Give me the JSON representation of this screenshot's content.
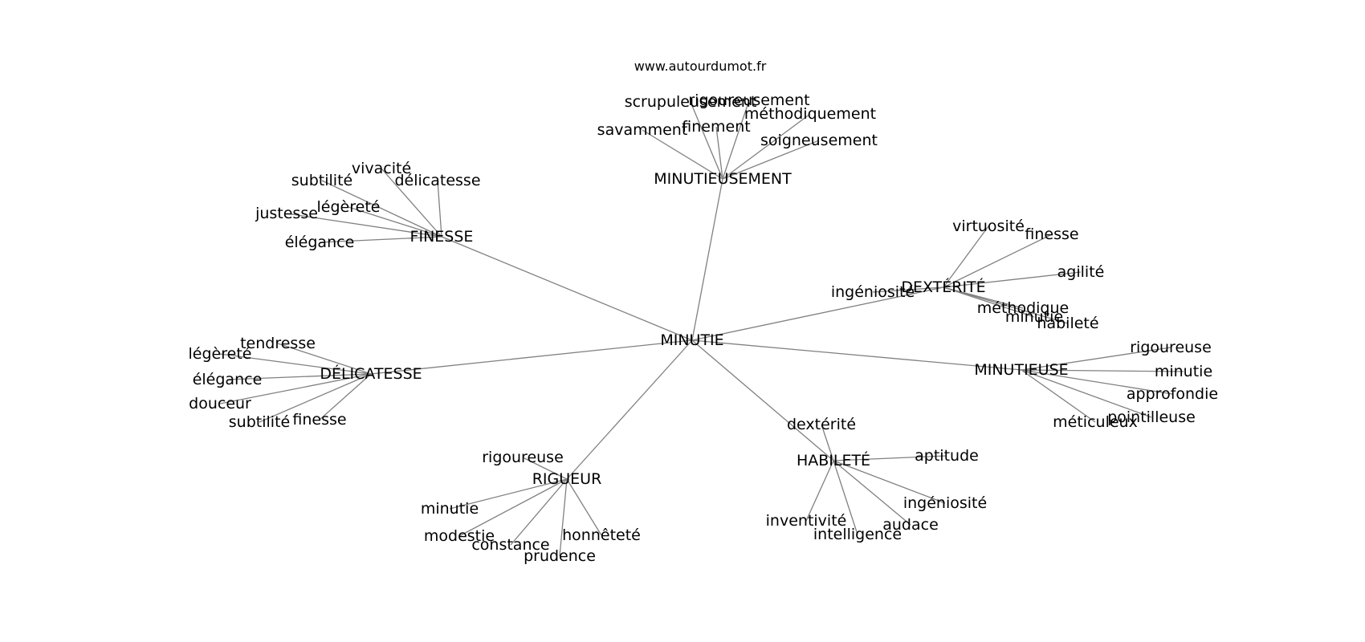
{
  "source": "www.autourdumot.fr",
  "root": "MINUTIE",
  "groups": [
    {
      "hub": "MINUTIEUSEMENT",
      "words": [
        "scrupuleusement",
        "rigoureusement",
        "méthodiquement",
        "savamment",
        "finement",
        "soigneusement"
      ]
    },
    {
      "hub": "FINESSE",
      "words": [
        "vivacité",
        "subtilité",
        "délicatesse",
        "légèreté",
        "justesse",
        "élégance"
      ]
    },
    {
      "hub": "DEXTÉRITÉ",
      "words": [
        "virtuosité",
        "finesse",
        "agilité",
        "ingéniosité",
        "méthodique",
        "minutie",
        "habileté"
      ]
    },
    {
      "hub": "MINUTIEUSE",
      "words": [
        "rigoureuse",
        "minutie",
        "approfondie",
        "pointilleuse",
        "méticuleux"
      ]
    },
    {
      "hub": "DÉLICATESSE",
      "words": [
        "tendresse",
        "légèreté",
        "élégance",
        "douceur",
        "subtilité",
        "finesse"
      ]
    },
    {
      "hub": "RIGUEUR",
      "words": [
        "rigoureuse",
        "minutie",
        "modestie",
        "constance",
        "prudence",
        "honnêteté"
      ]
    },
    {
      "hub": "HABILETÉ",
      "words": [
        "dextérité",
        "aptitude",
        "ingéniosité",
        "inventivité",
        "intelligence",
        "audace"
      ]
    }
  ]
}
